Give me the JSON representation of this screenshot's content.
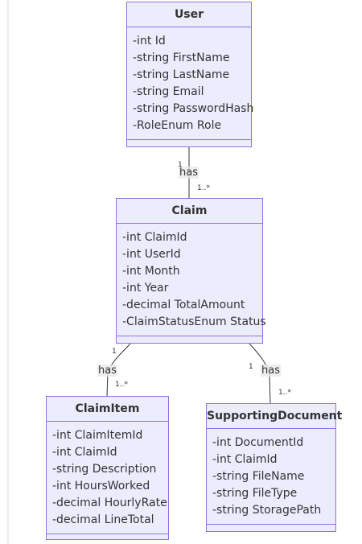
{
  "diagram": {
    "classes": {
      "user": {
        "name": "User",
        "attributes": [
          "-int Id",
          "-string FirstName",
          "-string LastName",
          "-string Email",
          "-string PasswordHash",
          "-RoleEnum Role"
        ]
      },
      "claim": {
        "name": "Claim",
        "attributes": [
          "-int ClaimId",
          "-int UserId",
          "-int Month",
          "-int Year",
          "-decimal TotalAmount",
          "-ClaimStatusEnum Status"
        ]
      },
      "claim_item": {
        "name": "ClaimItem",
        "attributes": [
          "-int ClaimItemId",
          "-int ClaimId",
          "-string Description",
          "-int HoursWorked",
          "-decimal HourlyRate",
          "-decimal LineTotal"
        ]
      },
      "supporting_document": {
        "name": "SupportingDocument",
        "attributes": [
          "-int DocumentId",
          "-int ClaimId",
          "-string FileName",
          "-string FileType",
          "-string StoragePath"
        ]
      }
    },
    "relations": [
      {
        "from": "User",
        "to": "Claim",
        "label": "has",
        "from_card": "1",
        "to_card": "1..*"
      },
      {
        "from": "Claim",
        "to": "ClaimItem",
        "label": "has",
        "from_card": "1",
        "to_card": "1..*"
      },
      {
        "from": "Claim",
        "to": "SupportingDocument",
        "label": "has",
        "from_card": "1",
        "to_card": "1..*"
      }
    ]
  },
  "colors": {
    "class_fill": "#ececff",
    "class_border": "#9370db",
    "edge": "#333333",
    "label_bg": "#e8e8e8"
  }
}
